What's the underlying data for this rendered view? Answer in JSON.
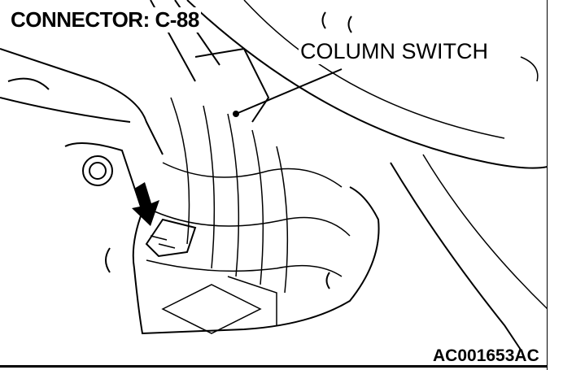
{
  "title": "CONNECTOR: C-88",
  "callout_label": "COLUMN SWITCH",
  "figure_code": "AC001653AC"
}
